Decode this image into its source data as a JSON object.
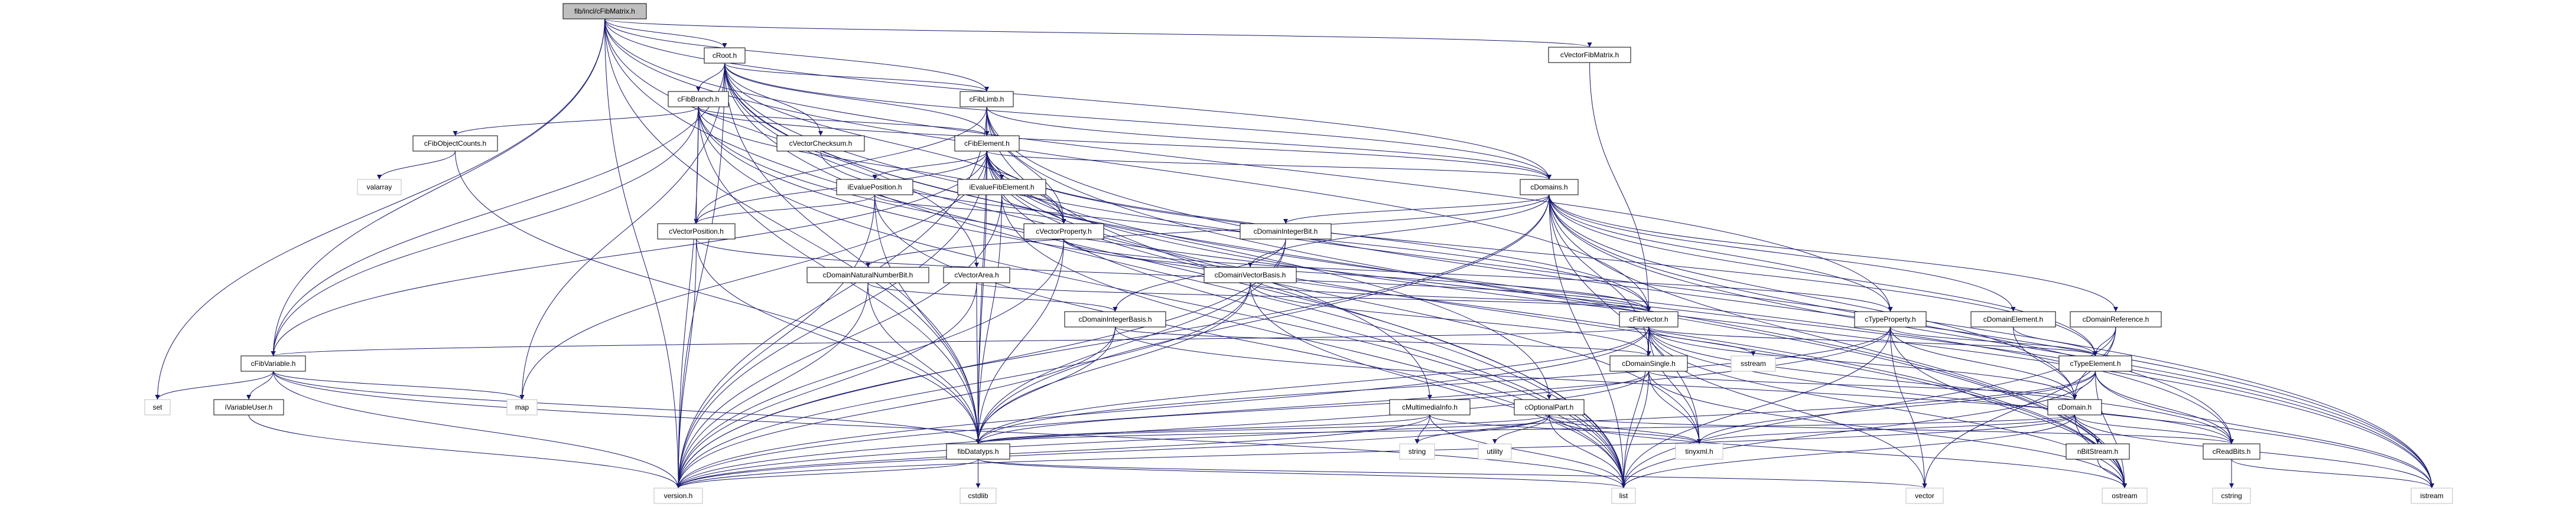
{
  "colors": {
    "edge": "#191970",
    "root_fill": "#bfbfbf",
    "external_border": "#bfbfbf",
    "node_border": "#000000"
  },
  "nodes": [
    {
      "id": "fibmatrix",
      "label": "fib/incl/cFibMatrix.h",
      "kind": "root"
    },
    {
      "id": "croot",
      "label": "cRoot.h"
    },
    {
      "id": "cvectorfibmatrix",
      "label": "cVectorFibMatrix.h"
    },
    {
      "id": "cfibbranch",
      "label": "cFibBranch.h"
    },
    {
      "id": "cfiblimb",
      "label": "cFibLimb.h"
    },
    {
      "id": "cfibobjectcounts",
      "label": "cFibObjectCounts.h"
    },
    {
      "id": "cvectorchecksum",
      "label": "cVectorChecksum.h"
    },
    {
      "id": "cfibelement",
      "label": "cFibElement.h"
    },
    {
      "id": "valarray",
      "label": "valarray",
      "kind": "ext"
    },
    {
      "id": "ievalueposition",
      "label": "iEvaluePosition.h"
    },
    {
      "id": "ievaluefibelement",
      "label": "iEvalueFibElement.h"
    },
    {
      "id": "cdomains",
      "label": "cDomains.h"
    },
    {
      "id": "cvectorposition",
      "label": "cVectorPosition.h"
    },
    {
      "id": "cvectorproperty",
      "label": "cVectorProperty.h"
    },
    {
      "id": "cdomainintegerbit",
      "label": "cDomainIntegerBit.h"
    },
    {
      "id": "cdomainnaturalnumberbit",
      "label": "cDomainNaturalNumberBit.h"
    },
    {
      "id": "cvectorarea",
      "label": "cVectorArea.h"
    },
    {
      "id": "cdomainvectorbasis",
      "label": "cDomainVectorBasis.h"
    },
    {
      "id": "cdomainintegerbasis",
      "label": "cDomainIntegerBasis.h"
    },
    {
      "id": "cfibvector",
      "label": "cFibVector.h"
    },
    {
      "id": "ctypeproperty",
      "label": "cTypeProperty.h"
    },
    {
      "id": "cdomainelement",
      "label": "cDomainElement.h"
    },
    {
      "id": "cdomainreference",
      "label": "cDomainReference.h"
    },
    {
      "id": "cfibvariable",
      "label": "cFibVariable.h"
    },
    {
      "id": "cdomainsingle",
      "label": "cDomainSingle.h"
    },
    {
      "id": "sstream",
      "label": "sstream",
      "kind": "ext"
    },
    {
      "id": "ctypeelement",
      "label": "cTypeElement.h"
    },
    {
      "id": "set",
      "label": "set",
      "kind": "ext"
    },
    {
      "id": "ivariableuser",
      "label": "iVariableUser.h"
    },
    {
      "id": "map",
      "label": "map",
      "kind": "ext"
    },
    {
      "id": "cmultimediainfo",
      "label": "cMultimediaInfo.h"
    },
    {
      "id": "coptionalpart",
      "label": "cOptionalPart.h"
    },
    {
      "id": "cdomain",
      "label": "cDomain.h"
    },
    {
      "id": "fibdatatyps",
      "label": "fibDatatyps.h"
    },
    {
      "id": "string",
      "label": "string",
      "kind": "ext"
    },
    {
      "id": "utility",
      "label": "utility",
      "kind": "ext"
    },
    {
      "id": "tinyxml",
      "label": "tinyxml.h",
      "kind": "ext"
    },
    {
      "id": "nbitstream",
      "label": "nBitStream.h"
    },
    {
      "id": "creadbits",
      "label": "cReadBits.h"
    },
    {
      "id": "version",
      "label": "version.h",
      "kind": "ext"
    },
    {
      "id": "cstdlib",
      "label": "cstdlib",
      "kind": "ext"
    },
    {
      "id": "list",
      "label": "list",
      "kind": "ext"
    },
    {
      "id": "vector",
      "label": "vector",
      "kind": "ext"
    },
    {
      "id": "ostream",
      "label": "ostream",
      "kind": "ext"
    },
    {
      "id": "cstring",
      "label": "cstring",
      "kind": "ext"
    },
    {
      "id": "istream",
      "label": "istream",
      "kind": "ext"
    }
  ],
  "edges": [
    [
      "fibmatrix",
      "croot"
    ],
    [
      "fibmatrix",
      "cfiblimb"
    ],
    [
      "fibmatrix",
      "cvectorfibmatrix"
    ],
    [
      "fibmatrix",
      "cfibvariable"
    ],
    [
      "fibmatrix",
      "cdomains"
    ],
    [
      "fibmatrix",
      "fibdatatyps"
    ],
    [
      "fibmatrix",
      "version"
    ],
    [
      "fibmatrix",
      "set"
    ],
    [
      "fibmatrix",
      "list"
    ],
    [
      "fibmatrix",
      "cfibvector"
    ],
    [
      "fibmatrix",
      "cvectorarea"
    ],
    [
      "fibmatrix",
      "ctypeproperty"
    ],
    [
      "croot",
      "cfibbranch"
    ],
    [
      "croot",
      "cfiblimb"
    ],
    [
      "croot",
      "cvectorchecksum"
    ],
    [
      "croot",
      "cfibelement"
    ],
    [
      "croot",
      "cvectorproperty"
    ],
    [
      "croot",
      "cdomains"
    ],
    [
      "croot",
      "cfibvariable"
    ],
    [
      "croot",
      "version"
    ],
    [
      "croot",
      "fibdatatyps"
    ],
    [
      "croot",
      "cmultimediainfo"
    ],
    [
      "croot",
      "coptionalpart"
    ],
    [
      "croot",
      "list"
    ],
    [
      "croot",
      "istream"
    ],
    [
      "croot",
      "ostream"
    ],
    [
      "croot",
      "map"
    ],
    [
      "cvectorfibmatrix",
      "cfibvector"
    ],
    [
      "cfibbranch",
      "cfibelement"
    ],
    [
      "cfibbranch",
      "cfibobjectcounts"
    ],
    [
      "cfibbranch",
      "cvectorposition"
    ],
    [
      "cfibbranch",
      "cfibvariable"
    ],
    [
      "cfibbranch",
      "cvectorproperty"
    ],
    [
      "cfibbranch",
      "cdomains"
    ],
    [
      "cfibbranch",
      "fibdatatyps"
    ],
    [
      "cfibbranch",
      "version"
    ],
    [
      "cfibbranch",
      "list"
    ],
    [
      "cfibbranch",
      "istream"
    ],
    [
      "cfibbranch",
      "ostream"
    ],
    [
      "cfiblimb",
      "cfibelement"
    ],
    [
      "cfiblimb",
      "cvectorposition"
    ],
    [
      "cfiblimb",
      "cvectorproperty"
    ],
    [
      "cfiblimb",
      "cdomains"
    ],
    [
      "cfiblimb",
      "fibdatatyps"
    ],
    [
      "cfiblimb",
      "version"
    ],
    [
      "cfiblimb",
      "list"
    ],
    [
      "cfiblimb",
      "ostream"
    ],
    [
      "cfiblimb",
      "istream"
    ],
    [
      "cfibobjectcounts",
      "valarray"
    ],
    [
      "cfibobjectcounts",
      "fibdatatyps"
    ],
    [
      "cvectorchecksum",
      "cfibvector"
    ],
    [
      "cfibelement",
      "ievalueposition"
    ],
    [
      "cfibelement",
      "ievaluefibelement"
    ],
    [
      "cfibelement",
      "cvectorposition"
    ],
    [
      "cfibelement",
      "cvectorproperty"
    ],
    [
      "cfibelement",
      "cdomains"
    ],
    [
      "cfibelement",
      "cfibvariable"
    ],
    [
      "cfibelement",
      "fibdatatyps"
    ],
    [
      "cfibelement",
      "version"
    ],
    [
      "cfibelement",
      "list"
    ],
    [
      "cfibelement",
      "map"
    ],
    [
      "cfibelement",
      "ctypeelement"
    ],
    [
      "cfibelement",
      "creadbits"
    ],
    [
      "cfibelement",
      "tinyxml"
    ],
    [
      "cfibelement",
      "ostream"
    ],
    [
      "cfibelement",
      "istream"
    ],
    [
      "cfibelement",
      "cfibvector"
    ],
    [
      "ievalueposition",
      "cvectorposition"
    ],
    [
      "ievalueposition",
      "cvectorproperty"
    ],
    [
      "ievalueposition",
      "fibdatatyps"
    ],
    [
      "ievalueposition",
      "version"
    ],
    [
      "ievalueposition",
      "list"
    ],
    [
      "ievaluefibelement",
      "cvectorproperty"
    ],
    [
      "ievaluefibelement",
      "fibdatatyps"
    ],
    [
      "ievaluefibelement",
      "version"
    ],
    [
      "ievaluefibelement",
      "list"
    ],
    [
      "cdomains",
      "cdomainintegerbit"
    ],
    [
      "cdomains",
      "cdomainnaturalnumberbit"
    ],
    [
      "cdomains",
      "cdomainvectorbasis"
    ],
    [
      "cdomains",
      "cdomainelement"
    ],
    [
      "cdomains",
      "cdomainreference"
    ],
    [
      "cdomains",
      "ctypeproperty"
    ],
    [
      "cdomains",
      "ctypeelement"
    ],
    [
      "cdomains",
      "cdomain"
    ],
    [
      "cdomains",
      "cdomainsingle"
    ],
    [
      "cdomains",
      "fibdatatyps"
    ],
    [
      "cdomains",
      "version"
    ],
    [
      "cdomains",
      "list"
    ],
    [
      "cdomains",
      "tinyxml"
    ],
    [
      "cdomains",
      "ostream"
    ],
    [
      "cdomains",
      "istream"
    ],
    [
      "cdomains",
      "creadbits"
    ],
    [
      "cvectorposition",
      "cfibvector"
    ],
    [
      "cvectorposition",
      "fibdatatyps"
    ],
    [
      "cvectorposition",
      "version"
    ],
    [
      "cvectorproperty",
      "cfibvector"
    ],
    [
      "cvectorproperty",
      "ctypeproperty"
    ],
    [
      "cvectorproperty",
      "fibdatatyps"
    ],
    [
      "cvectorproperty",
      "version"
    ],
    [
      "cdomainintegerbit",
      "cdomainintegerbasis"
    ],
    [
      "cdomainintegerbit",
      "fibdatatyps"
    ],
    [
      "cdomainintegerbit",
      "version"
    ],
    [
      "cdomainnaturalnumberbit",
      "cdomainintegerbasis"
    ],
    [
      "cdomainnaturalnumberbit",
      "fibdatatyps"
    ],
    [
      "cdomainnaturalnumberbit",
      "version"
    ],
    [
      "cvectorarea",
      "cfibvector"
    ],
    [
      "cvectorarea",
      "fibdatatyps"
    ],
    [
      "cvectorarea",
      "version"
    ],
    [
      "cdomainvectorbasis",
      "cdomainsingle"
    ],
    [
      "cdomainvectorbasis",
      "cfibvector"
    ],
    [
      "cdomainvectorbasis",
      "fibdatatyps"
    ],
    [
      "cdomainvectorbasis",
      "version"
    ],
    [
      "cdomainvectorbasis",
      "list"
    ],
    [
      "cdomainintegerbasis",
      "cdomainsingle"
    ],
    [
      "cdomainintegerbasis",
      "fibdatatyps"
    ],
    [
      "cdomainintegerbasis",
      "version"
    ],
    [
      "cdomainintegerbasis",
      "creadbits"
    ],
    [
      "cfibvector",
      "cdomainsingle"
    ],
    [
      "cfibvector",
      "sstream"
    ],
    [
      "cfibvector",
      "tinyxml"
    ],
    [
      "cfibvector",
      "list"
    ],
    [
      "cfibvector",
      "vector"
    ],
    [
      "cfibvector",
      "fibdatatyps"
    ],
    [
      "cfibvector",
      "version"
    ],
    [
      "cfibvector",
      "ctypeelement"
    ],
    [
      "cfibvector",
      "cdomain"
    ],
    [
      "cfibvector",
      "creadbits"
    ],
    [
      "cfibvector",
      "cfibvariable"
    ],
    [
      "cfibvector",
      "ostream"
    ],
    [
      "cfibvector",
      "istream"
    ],
    [
      "ctypeproperty",
      "ctypeelement"
    ],
    [
      "ctypeproperty",
      "cdomain"
    ],
    [
      "ctypeproperty",
      "list"
    ],
    [
      "ctypeproperty",
      "vector"
    ],
    [
      "ctypeproperty",
      "ostream"
    ],
    [
      "ctypeproperty",
      "version"
    ],
    [
      "ctypeproperty",
      "fibdatatyps"
    ],
    [
      "cdomainelement",
      "ctypeelement"
    ],
    [
      "cdomainelement",
      "cdomain"
    ],
    [
      "cdomainreference",
      "ctypeelement"
    ],
    [
      "cdomainreference",
      "cdomain"
    ],
    [
      "cdomainreference",
      "list"
    ],
    [
      "cdomainreference",
      "vector"
    ],
    [
      "cfibvariable",
      "set"
    ],
    [
      "cfibvariable",
      "ivariableuser"
    ],
    [
      "cfibvariable",
      "map"
    ],
    [
      "cfibvariable",
      "fibdatatyps"
    ],
    [
      "cfibvariable",
      "version"
    ],
    [
      "cfibvariable",
      "list"
    ],
    [
      "ivariableuser",
      "version"
    ],
    [
      "cdomainsingle",
      "cdomain"
    ],
    [
      "cdomainsingle",
      "fibdatatyps"
    ],
    [
      "cdomainsingle",
      "version"
    ],
    [
      "cdomainsingle",
      "list"
    ],
    [
      "cdomainsingle",
      "tinyxml"
    ],
    [
      "cdomainsingle",
      "ostream"
    ],
    [
      "ctypeelement",
      "cdomain"
    ],
    [
      "ctypeelement",
      "creadbits"
    ],
    [
      "ctypeelement",
      "ostream"
    ],
    [
      "ctypeelement",
      "istream"
    ],
    [
      "ctypeelement",
      "tinyxml"
    ],
    [
      "ctypeelement",
      "version"
    ],
    [
      "ctypeelement",
      "list"
    ],
    [
      "cmultimediainfo",
      "string"
    ],
    [
      "cmultimediainfo",
      "version"
    ],
    [
      "cmultimediainfo",
      "fibdatatyps"
    ],
    [
      "cmultimediainfo",
      "list"
    ],
    [
      "cmultimediainfo",
      "tinyxml"
    ],
    [
      "coptionalpart",
      "string"
    ],
    [
      "coptionalpart",
      "utility"
    ],
    [
      "coptionalpart",
      "list"
    ],
    [
      "coptionalpart",
      "tinyxml"
    ],
    [
      "coptionalpart",
      "fibdatatyps"
    ],
    [
      "coptionalpart",
      "version"
    ],
    [
      "coptionalpart",
      "creadbits"
    ],
    [
      "coptionalpart",
      "ostream"
    ],
    [
      "cdomain",
      "nbitstream"
    ],
    [
      "cdomain",
      "creadbits"
    ],
    [
      "cdomain",
      "ostream"
    ],
    [
      "cdomain",
      "istream"
    ],
    [
      "cdomain",
      "fibdatatyps"
    ],
    [
      "cdomain",
      "version"
    ],
    [
      "cdomain",
      "list"
    ],
    [
      "cdomain",
      "tinyxml"
    ],
    [
      "fibdatatyps",
      "cstdlib"
    ],
    [
      "fibdatatyps",
      "version"
    ],
    [
      "fibdatatyps",
      "list"
    ],
    [
      "fibdatatyps",
      "vector"
    ],
    [
      "creadbits",
      "cstring"
    ],
    [
      "creadbits",
      "istream"
    ],
    [
      "nbitstream",
      "ostream"
    ]
  ]
}
